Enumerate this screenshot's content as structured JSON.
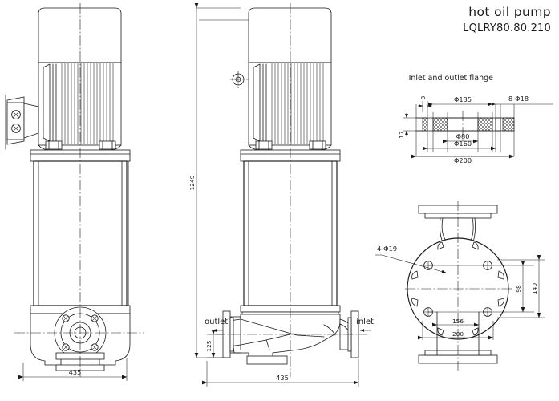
{
  "sheet": {
    "background": "#ffffff",
    "line_color": "#1a1a1a"
  },
  "header": {
    "title": "hot oil pump",
    "model": "LQLRY80.80.210"
  },
  "flange_detail": {
    "heading": "Inlet and outlet flange",
    "dimensions": {
      "thickness": "3",
      "height": "17",
      "bolt_circle": "Φ135",
      "bore": "Φ80",
      "raised_face": "Φ160",
      "outer_diameter": "Φ200",
      "bolt_holes": "8-Φ18"
    }
  },
  "pump_body_view": {
    "bolt_callout": "4-Φ19",
    "dimensions": {
      "bolt_spacing_vertical": "98",
      "flange_width": "140",
      "foot_inner": "156",
      "foot_outer": "200"
    }
  },
  "left_view": {
    "dimensions": {
      "overall_width": "435"
    }
  },
  "center_view": {
    "labels": {
      "outlet": "outlet",
      "inlet": "inlet"
    },
    "icons": {
      "outlet_arrow": "arrow-left-icon",
      "inlet_arrow": "arrow-left-icon"
    },
    "dimensions": {
      "overall_height": "1249",
      "nozzle_height": "125",
      "overall_width": "435"
    }
  }
}
